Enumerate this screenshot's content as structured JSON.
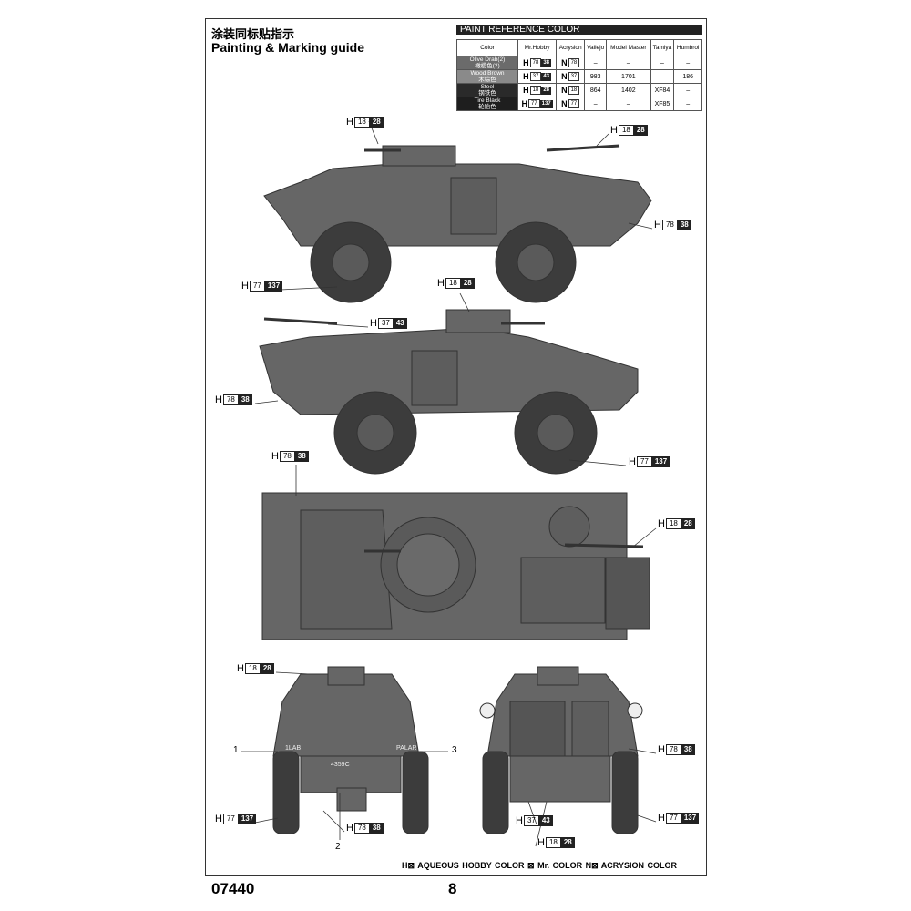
{
  "title": {
    "cn": "涂装同标贴指示",
    "en": "Painting & Marking guide"
  },
  "paint_table": {
    "heading": "PAINT REFERENCE COLOR",
    "columns": [
      "Color",
      "Mr.Hobby",
      "Acrysion",
      "Vallejo",
      "Model Master",
      "Tamiya",
      "Humbrol"
    ],
    "rows": [
      {
        "name": "Olive Drab(2)",
        "cn": "橄榄色(2)",
        "swatch": "#6b6b6b",
        "h": "78",
        "mr": "38",
        "n": "78",
        "vallejo": "–",
        "mm": "–",
        "tamiya": "–",
        "humbrol": "–"
      },
      {
        "name": "Wood Brown",
        "cn": "木棕色",
        "swatch": "#8a8a8a",
        "h": "37",
        "mr": "43",
        "n": "37",
        "vallejo": "983",
        "mm": "1701",
        "tamiya": "–",
        "humbrol": "186"
      },
      {
        "name": "Steel",
        "cn": "钢铁色",
        "swatch": "#2a2a2a",
        "h": "18",
        "mr": "28",
        "n": "18",
        "vallejo": "864",
        "mm": "1402",
        "tamiya": "XF84",
        "humbrol": "–"
      },
      {
        "name": "Tire Black",
        "cn": "轮胎色",
        "swatch": "#1e1e1e",
        "h": "77",
        "mr": "137",
        "n": "77",
        "vallejo": "–",
        "mm": "–",
        "tamiya": "XF85",
        "humbrol": "–"
      }
    ],
    "h_prefix": "H",
    "n_prefix": "N"
  },
  "callouts": [
    {
      "h": "18",
      "mr": "28"
    },
    {
      "h": "18",
      "mr": "28"
    },
    {
      "h": "78",
      "mr": "38"
    },
    {
      "h": "77",
      "mr": "137"
    },
    {
      "h": "18",
      "mr": "28"
    },
    {
      "h": "37",
      "mr": "43"
    },
    {
      "h": "78",
      "mr": "38"
    },
    {
      "h": "77",
      "mr": "137"
    },
    {
      "h": "78",
      "mr": "38"
    },
    {
      "h": "18",
      "mr": "28"
    },
    {
      "h": "18",
      "mr": "28"
    },
    {
      "h": "77",
      "mr": "137"
    },
    {
      "h": "78",
      "mr": "38"
    },
    {
      "h": "78",
      "mr": "38"
    },
    {
      "h": "77",
      "mr": "137"
    },
    {
      "h": "37",
      "mr": "43"
    },
    {
      "h": "18",
      "mr": "28"
    }
  ],
  "markings": {
    "n1": "1",
    "n2": "2",
    "n3": "3",
    "left_plate": "1LAB",
    "right_plate": "PALAR",
    "number": "4359C"
  },
  "legend": "H⊠ AQUEOUS HOBBY COLOR  ⊠ Mr. COLOR  N⊠ ACRYSION COLOR",
  "footer": {
    "code": "07440",
    "page": "8"
  }
}
